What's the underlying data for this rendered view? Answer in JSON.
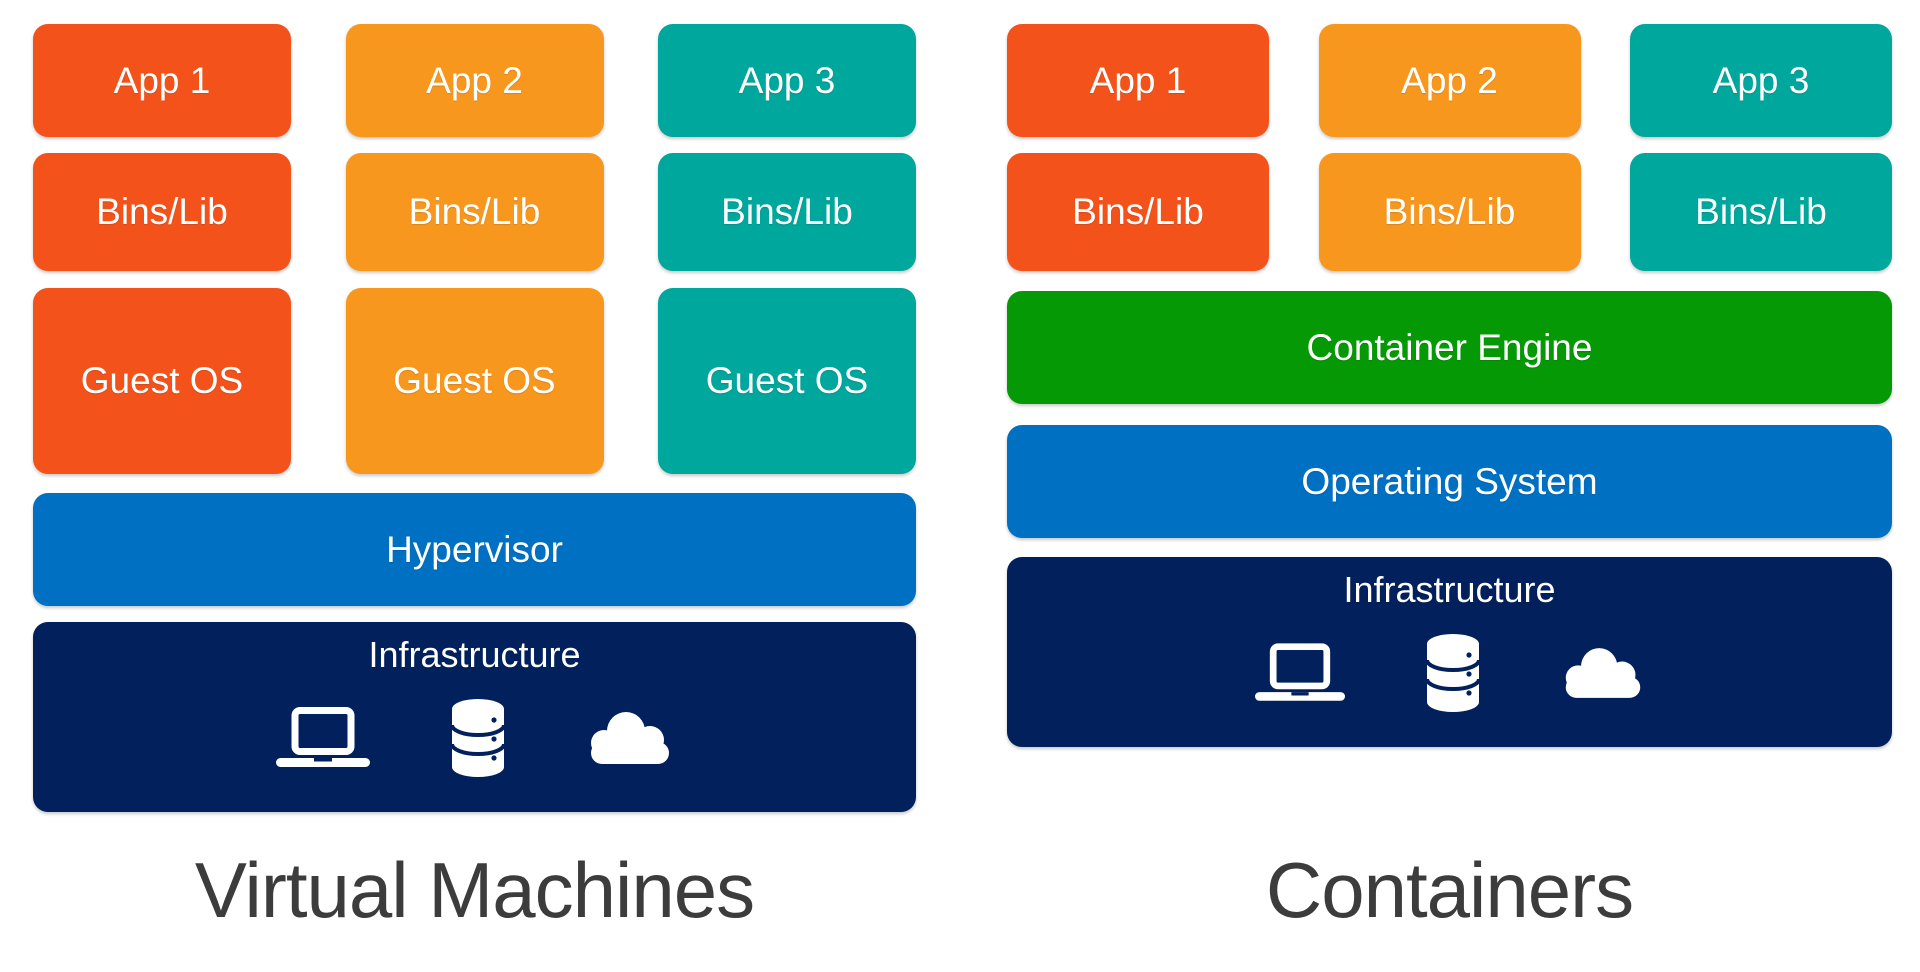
{
  "left": {
    "title": "Virtual Machines",
    "columns": [
      {
        "app": "App 1",
        "bins": "Bins/Lib",
        "guest_os": "Guest OS"
      },
      {
        "app": "App 2",
        "bins": "Bins/Lib",
        "guest_os": "Guest OS"
      },
      {
        "app": "App 3",
        "bins": "Bins/Lib",
        "guest_os": "Guest OS"
      }
    ],
    "hypervisor": "Hypervisor",
    "infrastructure": "Infrastructure"
  },
  "right": {
    "title": "Containers",
    "columns": [
      {
        "app": "App 1",
        "bins": "Bins/Lib"
      },
      {
        "app": "App 2",
        "bins": "Bins/Lib"
      },
      {
        "app": "App 3",
        "bins": "Bins/Lib"
      }
    ],
    "container_engine": "Container Engine",
    "operating_system": "Operating System",
    "infrastructure": "Infrastructure"
  },
  "infrastructure_icons": [
    "laptop-icon",
    "database-icon",
    "cloud-icon"
  ],
  "colors": {
    "app1_red_orange": "#F4521B",
    "app2_orange": "#F7971D",
    "app3_teal": "#00A79C",
    "hypervisor_blue": "#0070C2",
    "operating_system_blue": "#0070C2",
    "container_engine_green": "#069906",
    "infrastructure_navy": "#02215C",
    "box_text": "#FFFFFF",
    "title_text": "#3C3C3C",
    "background": "#FFFFFF"
  }
}
